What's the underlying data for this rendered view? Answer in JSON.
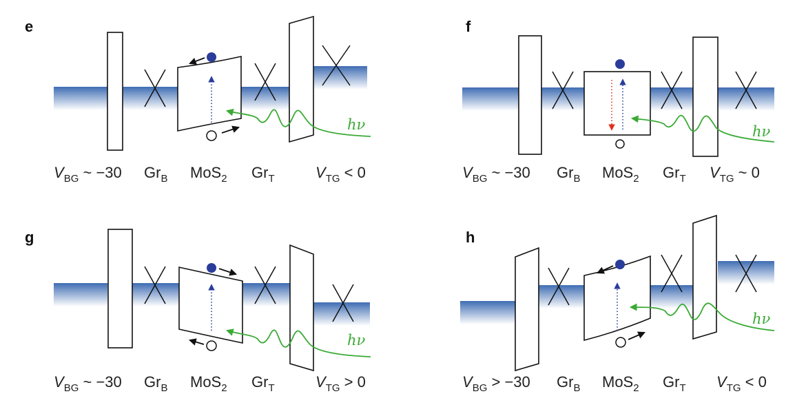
{
  "colors": {
    "band_top": "#3f6db3",
    "band_bottom": "#ffffff",
    "electron": "#2a3d9a",
    "hole_fill": "#ffffff",
    "photon": "#3aaa35",
    "recombination": "#e0301e",
    "outline": "#111111"
  },
  "icons": {
    "electron": "filled-circle-icon",
    "hole": "hollow-circle-icon",
    "photon": "wavy-arrow-icon",
    "cone": "dirac-cone-icon"
  },
  "panels": [
    {
      "letter": "e",
      "photon_label": "hν",
      "labels": {
        "vbg_symbol": "V",
        "vbg_sub": "BG",
        "vbg_rest": " ~ −30",
        "grb_main": "Gr",
        "grb_sub": "B",
        "mos2_main": "MoS",
        "mos2_sub": "2",
        "grt_main": "Gr",
        "grt_sub": "T",
        "vtg_symbol": "V",
        "vtg_sub": "TG",
        "vtg_rest": " < 0"
      }
    },
    {
      "letter": "f",
      "photon_label": "hν",
      "labels": {
        "vbg_symbol": "V",
        "vbg_sub": "BG",
        "vbg_rest": " ~ −30",
        "grb_main": "Gr",
        "grb_sub": "B",
        "mos2_main": "MoS",
        "mos2_sub": "2",
        "grt_main": "Gr",
        "grt_sub": "T",
        "vtg_symbol": "V",
        "vtg_sub": "TG",
        "vtg_rest": " ~ 0"
      }
    },
    {
      "letter": "g",
      "photon_label": "hν",
      "labels": {
        "vbg_symbol": "V",
        "vbg_sub": "BG",
        "vbg_rest": " ~ −30",
        "grb_main": "Gr",
        "grb_sub": "B",
        "mos2_main": "MoS",
        "mos2_sub": "2",
        "grt_main": "Gr",
        "grt_sub": "T",
        "vtg_symbol": "V",
        "vtg_sub": "TG",
        "vtg_rest": " > 0"
      }
    },
    {
      "letter": "h",
      "photon_label": "hν",
      "labels": {
        "vbg_symbol": "V",
        "vbg_sub": "BG",
        "vbg_rest": " > −30",
        "grb_main": "Gr",
        "grb_sub": "B",
        "mos2_main": "MoS",
        "mos2_sub": "2",
        "grt_main": "Gr",
        "grt_sub": "T",
        "vtg_symbol": "V",
        "vtg_sub": "TG",
        "vtg_rest": " < 0"
      }
    }
  ]
}
